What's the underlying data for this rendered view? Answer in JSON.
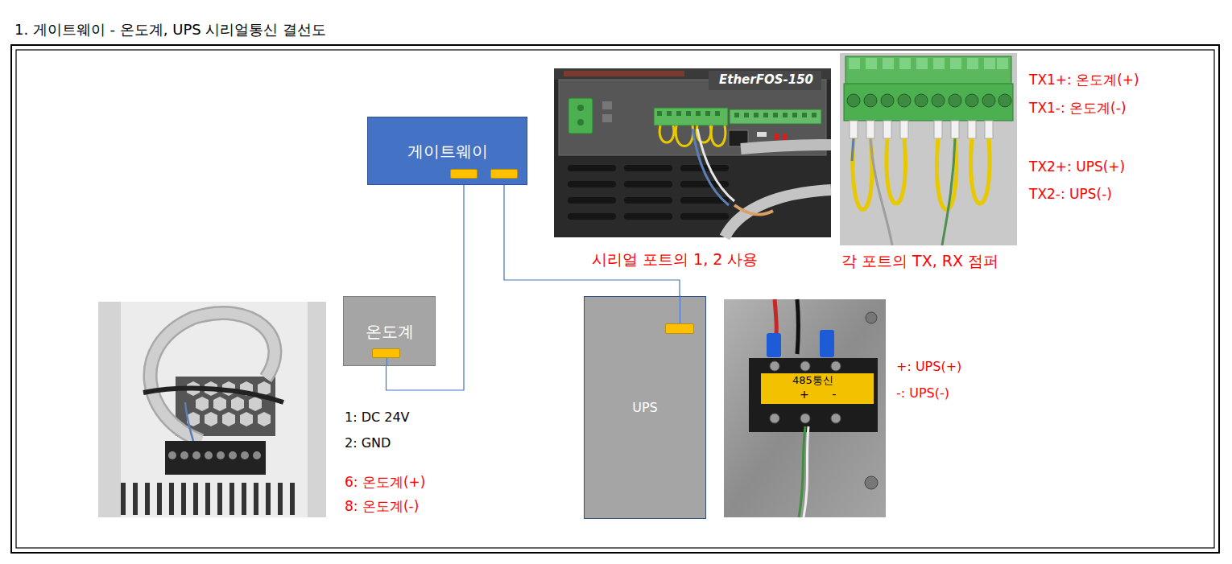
{
  "diagram": {
    "title": "1. 게이트웨이 - 온도계, UPS 시리얼통신 결선도",
    "nodes": [
      {
        "text": [
          "게이트웨이"
        ]
      },
      {
        "text": [
          "온도계"
        ]
      },
      {
        "text": [
          "UPS"
        ]
      }
    ],
    "edges": [
      {
        "from": 0,
        "to": 1,
        "arrow": "none"
      },
      {
        "from": 0,
        "to": 2,
        "arrow": "none"
      }
    ],
    "labels": [
      "EtherFOS-150",
      "시리얼 포트의 1, 2 사용",
      "TX1+: 온도계(+)",
      "TX1-: 온도계(-)",
      "TX2+: UPS(+)",
      "TX2-: UPS(-)",
      "각 포트의 TX, RX 점퍼",
      "1: DC 24V",
      "2: GND",
      "6: 온도계(+)",
      "8: 온도계(-)",
      "485통신",
      "+ -",
      "+: UPS(+)",
      "-: UPS(-)"
    ]
  }
}
